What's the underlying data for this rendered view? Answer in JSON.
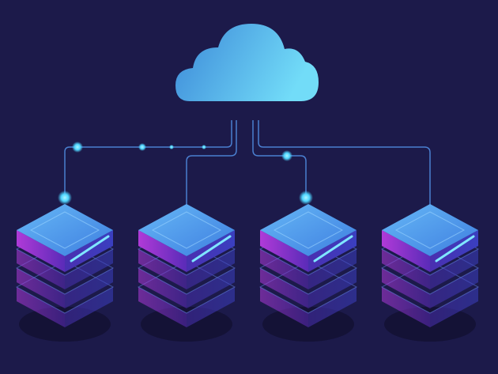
{
  "colors": {
    "background": "#1c1a4a",
    "cloud_light": "#6fd6f6",
    "cloud_dark": "#3a86d8",
    "server_top": "#5aa6ee",
    "server_side": "#7a2fc0",
    "server_side_dark": "#3a2a9a",
    "line": "#4a7fd0",
    "node_glow": "#5ee0ff"
  },
  "servers": [
    "server-1",
    "server-2",
    "server-3",
    "server-4"
  ]
}
